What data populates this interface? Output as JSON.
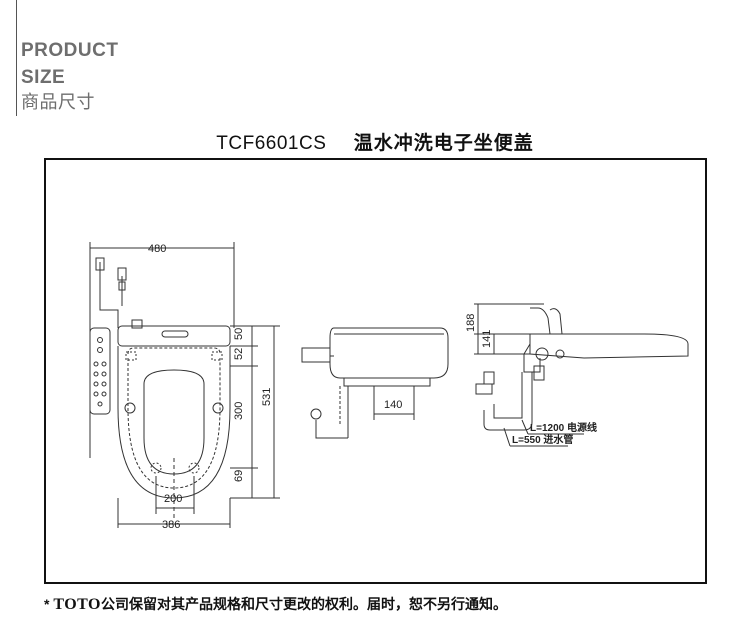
{
  "header": {
    "line1": "PRODUCT",
    "line2": "SIZE",
    "line3": "商品尺寸"
  },
  "title": {
    "model": "TCF6601CS",
    "name": "温水冲洗电子坐便盖"
  },
  "dimensions": {
    "width_total": "480",
    "lid_top": "50",
    "seat_gap": "52",
    "seat_length": "300",
    "overall_length": "531",
    "bottom_gap": "69",
    "hole_span": "200",
    "seat_width": "386",
    "inlet_span": "140",
    "side_height": "188",
    "seat_height": "141"
  },
  "labels": {
    "power_cord": "L=1200 电源线",
    "water_pipe": "L=550 进水管"
  },
  "footer": {
    "star": "*",
    "brand": "TOTO",
    "text": "公司保留对其产品规格和尺寸更改的权利。届时，恕不另行通知。"
  },
  "colors": {
    "frame": "#111111",
    "line": "#333333",
    "header": "#6e6e6e"
  }
}
